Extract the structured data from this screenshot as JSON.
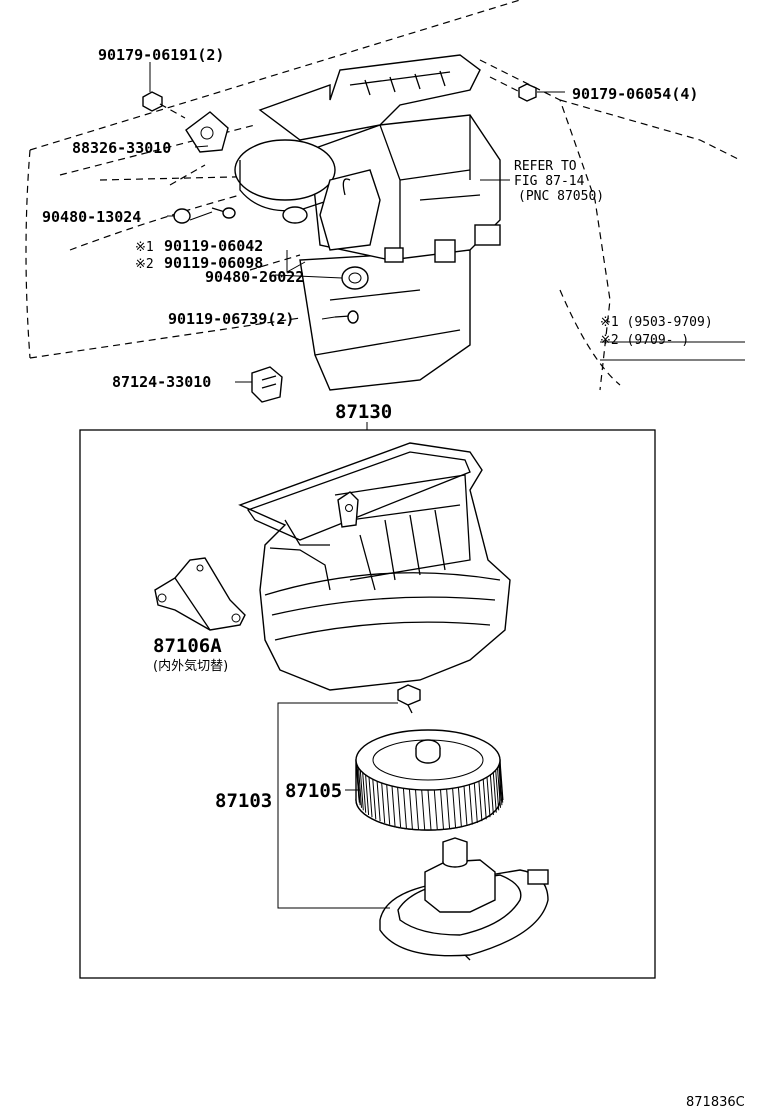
{
  "labels": {
    "p_90179_06191": "90179-06191(2)",
    "p_90179_06054": "90179-06054(4)",
    "p_88326_33010": "88326-33010",
    "refer_line1": "REFER TO",
    "refer_line2": "FIG 87-14",
    "refer_line3": "(PNC 87050)",
    "p_90480_13024": "90480-13024",
    "mark1": "※1",
    "mark2": "※2",
    "p_90119_06042": "90119-06042",
    "p_90119_06098": "90119-06098",
    "p_90480_26022": "90480-26022",
    "p_90119_06739": "90119-06739(2)",
    "note1": "※1 (9503-9709)",
    "note2": "※2 (9709-      )",
    "p_87124_33010": "87124-33010",
    "p_87130": "87130",
    "p_87106A": "87106A",
    "p_87106A_sub": "(内外気切替)",
    "p_87103": "87103",
    "p_87105": "87105",
    "drawing_id": "871836C"
  }
}
